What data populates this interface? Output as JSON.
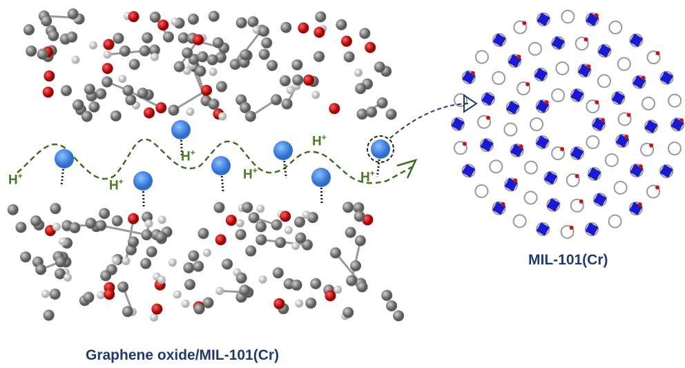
{
  "labels": {
    "composite": "Graphene oxide/MIL-101(Cr)",
    "mof": "MIL-101(Cr)",
    "proton": "H",
    "charge": "+"
  },
  "colors": {
    "title_text": "#1f3a6e",
    "proton_text": "#4a7a26",
    "carbon": "#808080",
    "oxygen": "#cc1111",
    "hydrogen": "#e8e8e8",
    "proton_sphere": "#4a8ee0",
    "cr_cluster": "#1a1ad0",
    "arrow_blue": "#1f3a6e"
  }
}
